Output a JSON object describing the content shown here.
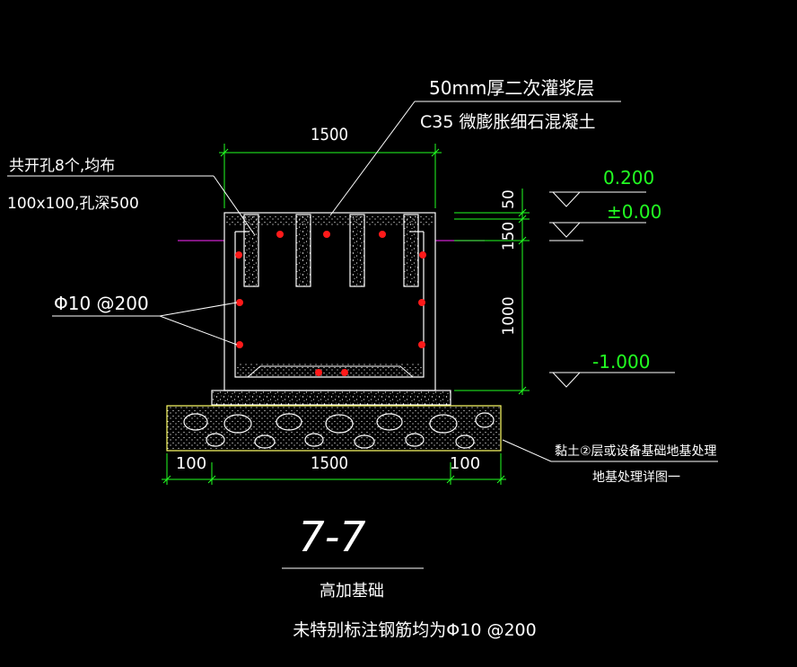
{
  "labels": {
    "grout_layer": "50mm厚二次灌浆层",
    "concrete": "C35 微膨胀细石混凝土",
    "holes_line1": "共开孔8个,均布",
    "holes_line2": "100x100,孔深500",
    "rebar": "Φ10 @200",
    "ground_note_line1": "黏土②层或设备基础地基处理",
    "ground_note_line2": "地基处理详图一",
    "section_id": "7-7",
    "section_name": "高加基础",
    "general_note": "未特别标注钢筋均为Φ10 @200"
  },
  "dimensions": {
    "top_width": "1500",
    "bottom_width": "1500",
    "left_ext": "100",
    "right_ext": "100",
    "dim_50": "50",
    "dim_150": "150",
    "dim_1000": "1000"
  },
  "elevations": {
    "top": "0.200",
    "zero": "±0.00",
    "bottom": "-1.000"
  },
  "colors": {
    "background": "#000000",
    "line": "#ffffff",
    "dimension": "#22ff22",
    "rebar_dot": "#ff1a1a",
    "ground_line": "#cc22cc",
    "bed_outline": "#ffff66"
  }
}
